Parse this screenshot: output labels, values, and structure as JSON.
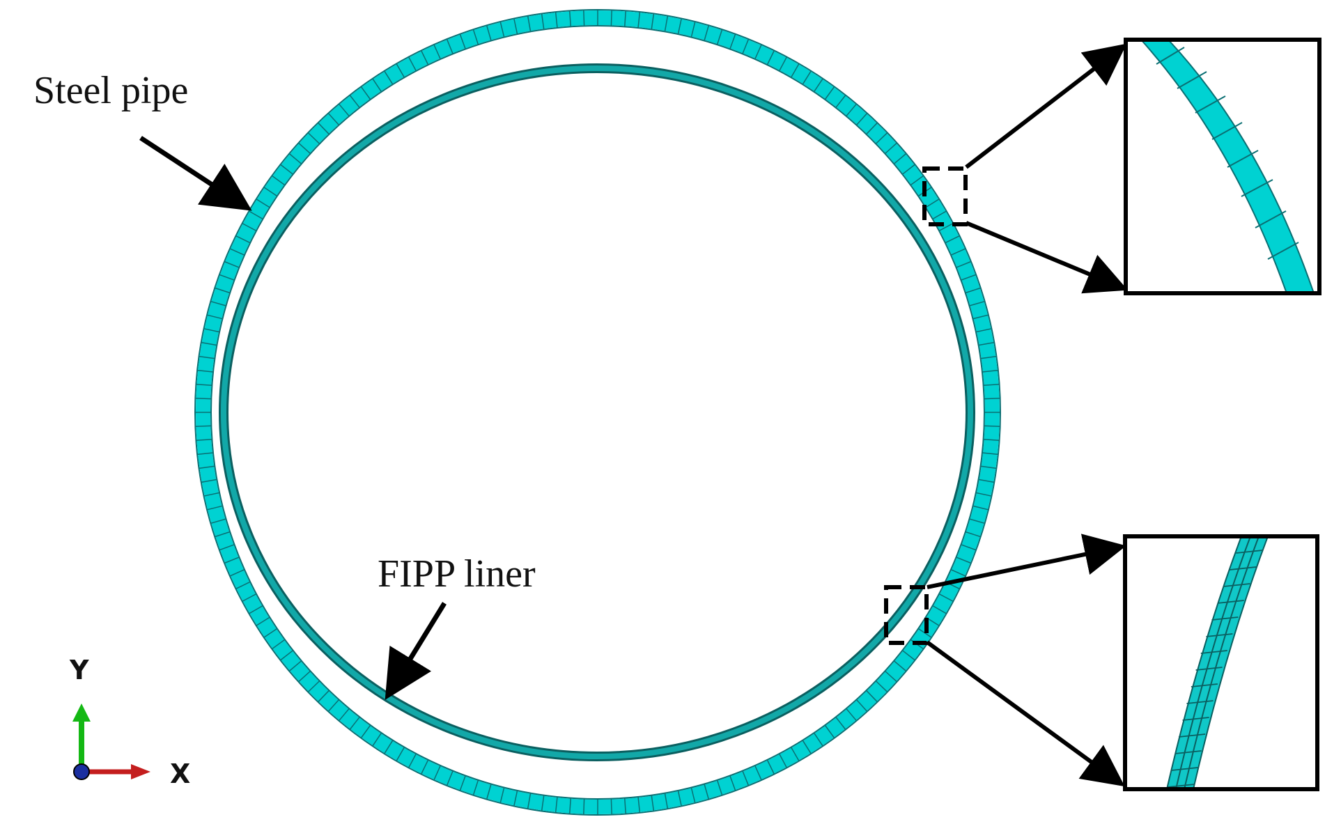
{
  "labels": {
    "steel_pipe": "Steel pipe",
    "liner": "FIPP liner"
  },
  "triad": {
    "y": "Y",
    "x": "X"
  },
  "colors": {
    "mesh_fill": "#00d2d2",
    "mesh_line": "#0a6f73",
    "liner_fill": "#0fa9a9",
    "liner_edge": "#0b5f60",
    "ink": "#000000",
    "axis_y": "#14b814",
    "axis_x": "#c41e1e",
    "axis_z": "#1a2fa0"
  },
  "mesh": {
    "steel_pipe_elements_around": 180,
    "steel_pipe_elements_through_thickness": 1,
    "liner_elements_through_thickness": 3
  }
}
